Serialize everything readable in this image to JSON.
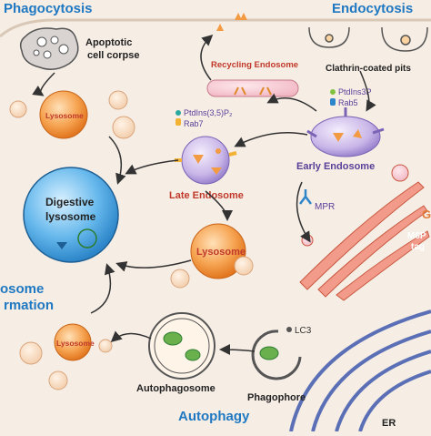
{
  "labels": {
    "phagocytosis": "Phagocytosis",
    "endocytosis": "Endocytosis",
    "apoptotic": "Apoptotic",
    "cell_corpse": "cell corpse",
    "clathrin": "Clathrin-coated pits",
    "recycling": "Recycling Endosome",
    "ptdins3p": "PtdIns3P",
    "rab5": "Rab5",
    "early_endosome": "Early Endosome",
    "ptdins35p2": "PtdIns(3,5)P₂",
    "rab7": "Rab7",
    "late_endosome": "Late Endosome",
    "mpr": "MPR",
    "lysosome_small": "Lysosome",
    "lysosome_big": "Lysosome",
    "lysosome_lower": "Lysosome",
    "digestive1": "Digestive",
    "digestive2": "lysosome",
    "formation1": "osome",
    "formation2": "rmation",
    "lc3": "LC3",
    "autophagosome": "Autophagosome",
    "phagophore": "Phagophore",
    "autophagy": "Autophagy",
    "er": "ER",
    "m6p1": "M6P",
    "m6p2": "tag",
    "g_edge": "G"
  },
  "colors": {
    "background": "#f6ede4",
    "title_blue": "#1f78c2",
    "lysosome_orange": "#f29b43",
    "late_endosome_purple": "#c9b8e6",
    "digestive_blue": "#5fb0e8",
    "golgi_salmon": "#f0826a",
    "er_blue": "#6c7fc0",
    "accent_red": "#c0392b"
  }
}
